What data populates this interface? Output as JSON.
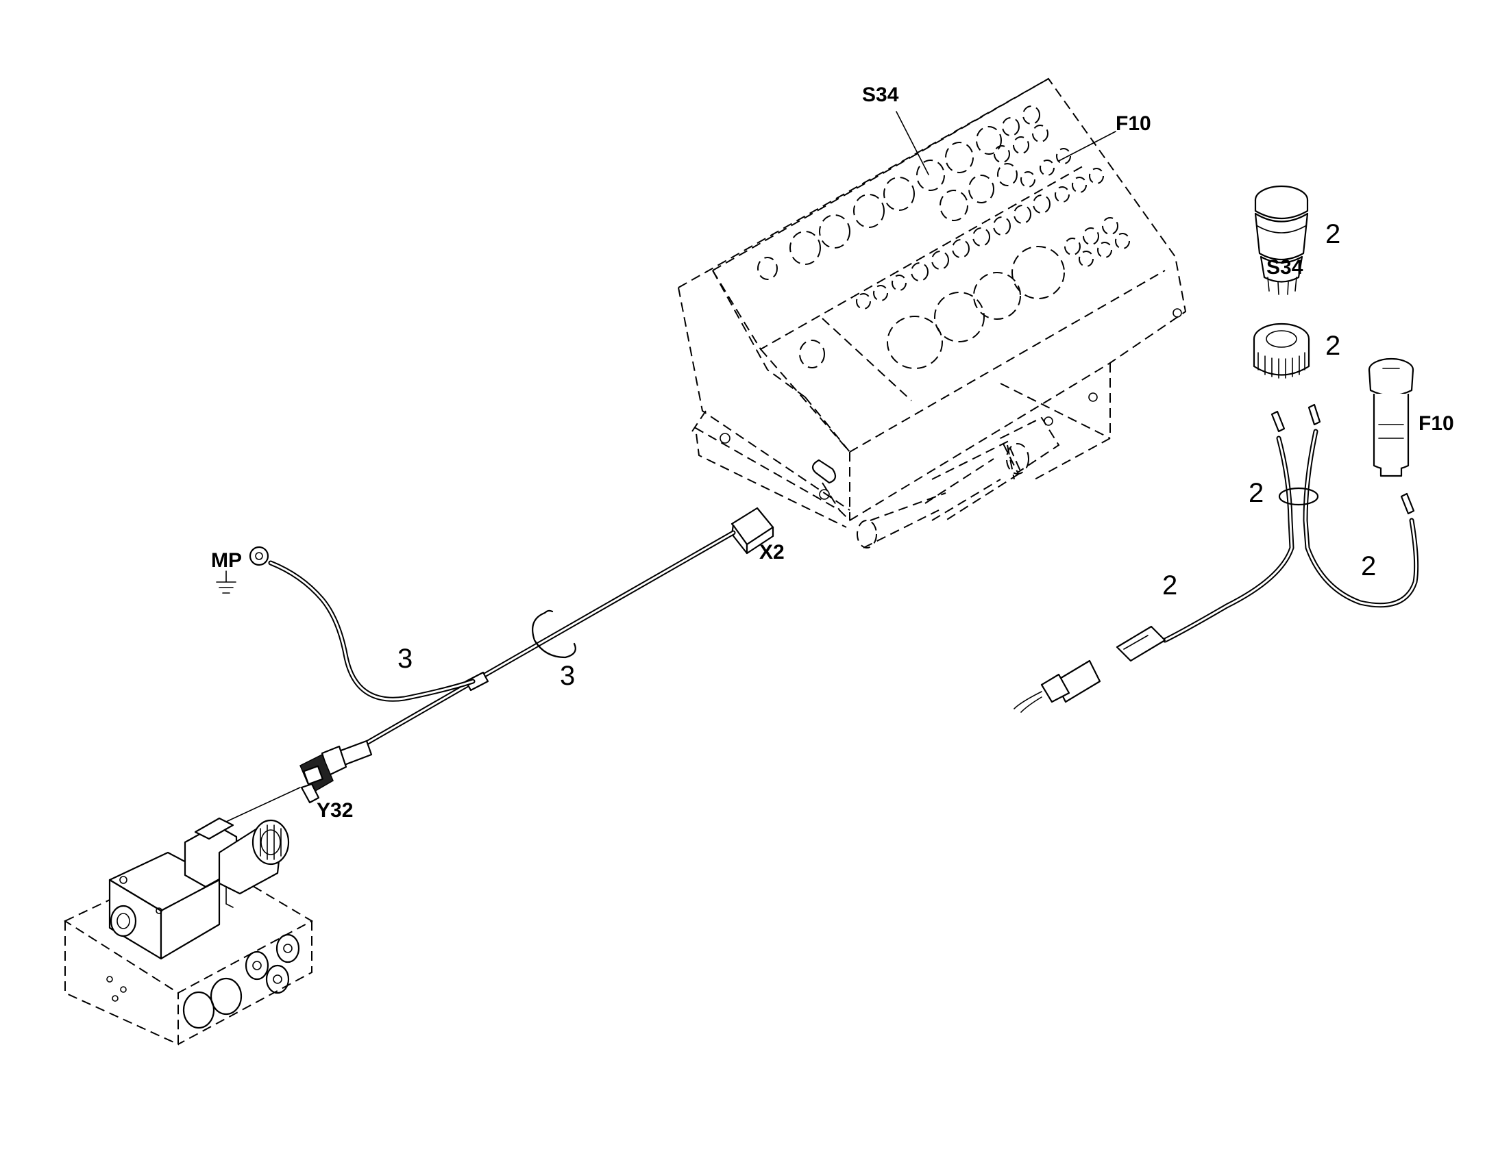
{
  "labels": {
    "s34_top": "S34",
    "f10_top": "F10",
    "s34_switch": "S34",
    "f10_fuse": "F10",
    "x2": "X2",
    "y32": "Y32",
    "mp": "MP"
  },
  "item_numbers": {
    "switch_2": "2",
    "bezel_2": "2",
    "harness_left_2": "2",
    "harness_right_2": "2",
    "harness_mid_2": "2",
    "cable_3": "3",
    "clip_3": "3"
  },
  "icons": {
    "ground": "ground-icon"
  }
}
